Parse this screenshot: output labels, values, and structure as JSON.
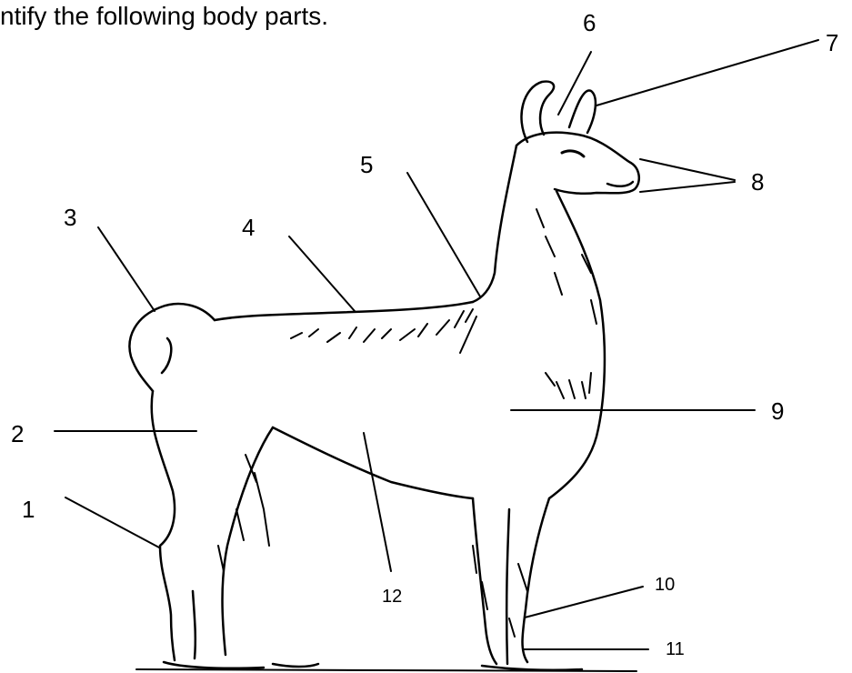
{
  "instruction": "ntify the following body parts.",
  "labels": [
    "1",
    "2",
    "3",
    "4",
    "5",
    "6",
    "7",
    "8",
    "9",
    "10",
    "11",
    "12"
  ],
  "colors": {
    "ink": "#000000",
    "background": "#ffffff"
  }
}
